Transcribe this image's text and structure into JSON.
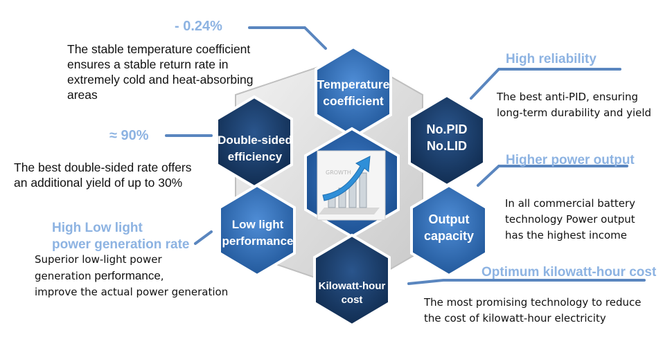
{
  "center": {
    "image": "growth-chart-icon",
    "text": "GROWTH"
  },
  "features": {
    "temperature": {
      "hex": "Temperature coefficient",
      "hex_line1": "Temperature",
      "hex_line2": "coefficient",
      "value": "- 0.24%",
      "description": "The stable temperature coefficient ensures a stable return rate in extremely cold and heat-absorbing areas",
      "desc_lines": [
        "The stable temperature coefficient",
        "ensures a stable return rate in",
        "extremely cold and heat-absorbing",
        "areas"
      ]
    },
    "reliability": {
      "hex_line1": "No.PID",
      "hex_line2": "No.LID",
      "heading": "High reliability",
      "desc_lines": [
        "The best anti-PID, ensuring",
        "long-term durability and yield"
      ]
    },
    "double_sided": {
      "hex_line1": "Double-sided",
      "hex_line2": "efficiency",
      "value": "≈ 90%",
      "desc_lines": [
        "The best double-sided rate offers",
        "an additional yield of up to 30%"
      ]
    },
    "power_output": {
      "hex_line1": "Output",
      "hex_line2": "capacity",
      "heading": "Higher power output",
      "desc_lines": [
        "In all commercial battery",
        "technology Power output",
        "has the highest income"
      ]
    },
    "low_light": {
      "hex_line1": "Low light",
      "hex_line2": "performance",
      "heading_line1": "High Low light",
      "heading_line2": "power generation rate",
      "desc_line1": "Superior low-light power",
      "desc_line2_a": "generation ",
      "desc_line2_b": "performance",
      "desc_line2_c": ",",
      "desc_line3": "improve the actual power generation"
    },
    "kwh_cost": {
      "hex_line1": "Kilowatt-hour",
      "hex_line2": "cost",
      "heading": "Optimum kilowatt-hour cost",
      "desc_lines": [
        "The most promising technology to reduce",
        "the cost of kilowatt-hour electricity"
      ]
    }
  },
  "colors": {
    "dark_hex": "#17375e",
    "mid_hex": "#2f6bb0",
    "light_hex": "#5b92d4",
    "accent_text": "#8db3e2",
    "connector": "#5a86bf",
    "backplate": "#d9d9d9"
  }
}
